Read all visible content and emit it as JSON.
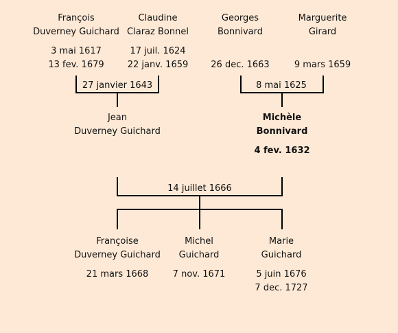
{
  "grandparents": [
    {
      "first": "François",
      "last": "Duverney Guichard",
      "birth": "3 mai 1617",
      "death": "13 fev. 1679"
    },
    {
      "first": "Claudine",
      "last": "Claraz Bonnel",
      "birth": "17 juil. 1624",
      "death": "22 janv. 1659"
    },
    {
      "first": "Georges",
      "last": "Bonnivard",
      "birth": "",
      "death": "26 dec. 1663"
    },
    {
      "first": "Marguerite",
      "last": "Girard",
      "birth": "",
      "death": "9 mars 1659"
    }
  ],
  "marriages": {
    "paternal": "27 janvier 1643",
    "maternal": "8 mai 1625",
    "parents": "14 juillet 1666"
  },
  "parents": [
    {
      "first": "Jean",
      "last": "Duverney Guichard",
      "birth": ""
    },
    {
      "first": "Michèle",
      "last": "Bonnivard",
      "birth": "4 fev. 1632"
    }
  ],
  "children": [
    {
      "first": "Françoise",
      "last": "Duverney Guichard",
      "birth": "21 mars 1668",
      "death": ""
    },
    {
      "first": "Michel",
      "last": "Guichard",
      "birth": "7 nov. 1671",
      "death": ""
    },
    {
      "first": "Marie",
      "last": "Guichard",
      "birth": "5 juin 1676",
      "death": "7 dec. 1727"
    }
  ]
}
